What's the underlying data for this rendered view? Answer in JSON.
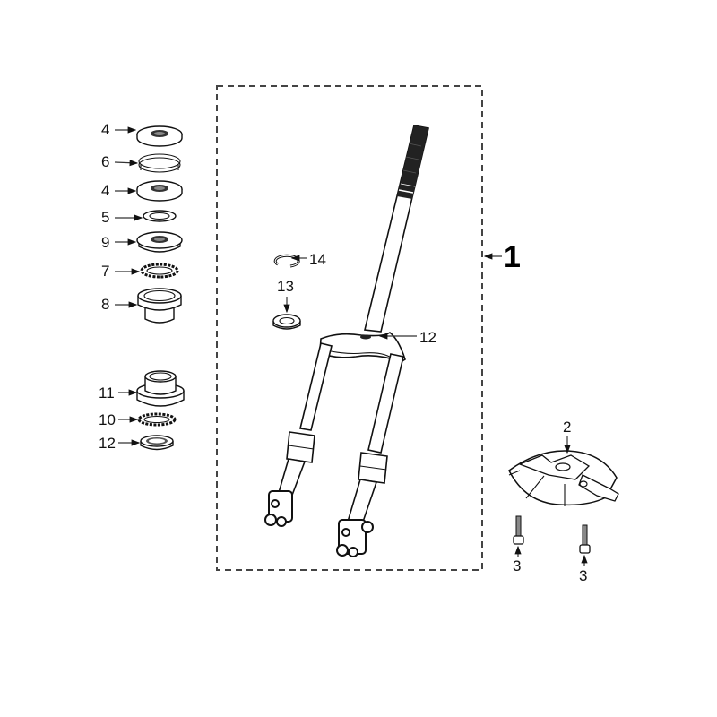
{
  "diagram": {
    "type": "exploded-parts-diagram",
    "assembly_label": "1",
    "callouts": [
      {
        "id": "c4a",
        "label": "4",
        "part": "top nut / ring"
      },
      {
        "id": "c6",
        "label": "6",
        "part": "lock washer"
      },
      {
        "id": "c4b",
        "label": "4",
        "part": "nut / ring"
      },
      {
        "id": "c5",
        "label": "5",
        "part": "washer"
      },
      {
        "id": "c9",
        "label": "9",
        "part": "cone race"
      },
      {
        "id": "c7",
        "label": "7",
        "part": "ball bearing cage"
      },
      {
        "id": "c8",
        "label": "8",
        "part": "cup"
      },
      {
        "id": "c11",
        "label": "11",
        "part": "bottom cup"
      },
      {
        "id": "c10",
        "label": "10",
        "part": "ball bearing cage"
      },
      {
        "id": "c12a",
        "label": "12",
        "part": "bottom cone race"
      },
      {
        "id": "c14",
        "label": "14",
        "part": "circlip"
      },
      {
        "id": "c13",
        "label": "13",
        "part": "seal ring"
      },
      {
        "id": "c12b",
        "label": "12",
        "part": "fork crown race"
      },
      {
        "id": "c2",
        "label": "2",
        "part": "mudguard bracket"
      },
      {
        "id": "c3a",
        "label": "3",
        "part": "screw"
      },
      {
        "id": "c3b",
        "label": "3",
        "part": "screw"
      }
    ]
  }
}
